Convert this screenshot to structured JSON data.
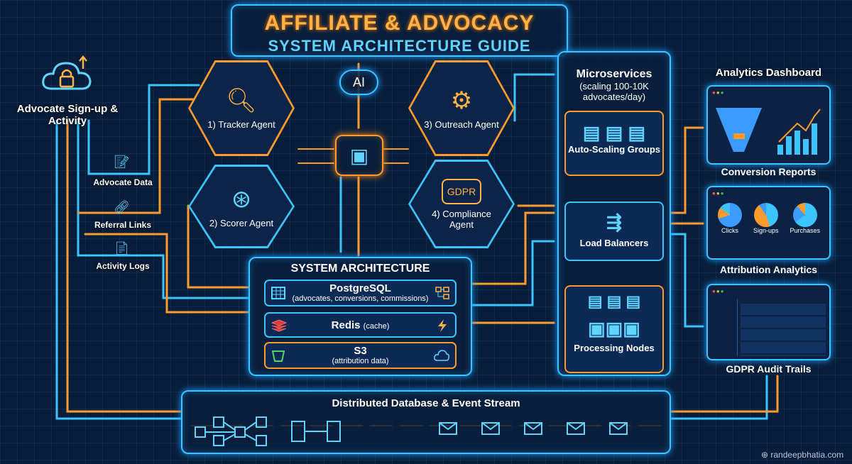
{
  "title": {
    "line1": "AFFILIATE & ADVOCACY",
    "line2": "SYSTEM ARCHITECTURE GUIDE"
  },
  "source": {
    "label": "Advocate Sign-up & Activity",
    "icon": "cloud-lock-icon"
  },
  "inputs": [
    {
      "label": "Advocate Data",
      "icon": "document-edit-icon"
    },
    {
      "label": "Referral Links",
      "icon": "link-icon"
    },
    {
      "label": "Activity Logs",
      "icon": "document-icon"
    }
  ],
  "ai": {
    "label": "AI",
    "icon": "cpu-chip-icon"
  },
  "agents": [
    {
      "label": "1) Tracker Agent",
      "icon": "magnifier-chart-icon"
    },
    {
      "label": "2) Scorer Agent",
      "icon": "neural-network-icon"
    },
    {
      "label": "3) Outreach Agent",
      "icon": "gears-chat-icon"
    },
    {
      "label": "4) Compliance Agent",
      "icon": "shield-lock-icon",
      "badge": "GDPR"
    }
  ],
  "system": {
    "title": "SYSTEM ARCHITECTURE",
    "stores": [
      {
        "name": "PostgreSQL",
        "detail": "(advocates, conversions, commissions)",
        "icon": "table-icon"
      },
      {
        "name": "Redis",
        "detail": "(cache)",
        "icon": "redis-stack-icon"
      },
      {
        "name": "S3",
        "detail": "(attribution data)",
        "icon": "bucket-icon"
      }
    ]
  },
  "microservices": {
    "title": "Microservices",
    "subtitle": "(scaling 100-10K advocates/day)",
    "groups": [
      "Auto-Scaling Groups",
      "Load Balancers",
      "Processing Nodes"
    ]
  },
  "analytics": {
    "title": "Analytics Dashboard",
    "panels": [
      {
        "label": "Conversion Reports"
      },
      {
        "label": "Attribution Analytics",
        "charts": [
          "Clicks",
          "Sign-ups",
          "Purchases"
        ]
      },
      {
        "label": "GDPR Audit Trails"
      }
    ]
  },
  "stream": {
    "title": "Distributed Database & Event Stream"
  },
  "watermark": "randeepbhatia.com",
  "colors": {
    "cyan": "#3cc4ff",
    "orange": "#ff9a2e",
    "background": "#081d3a"
  }
}
